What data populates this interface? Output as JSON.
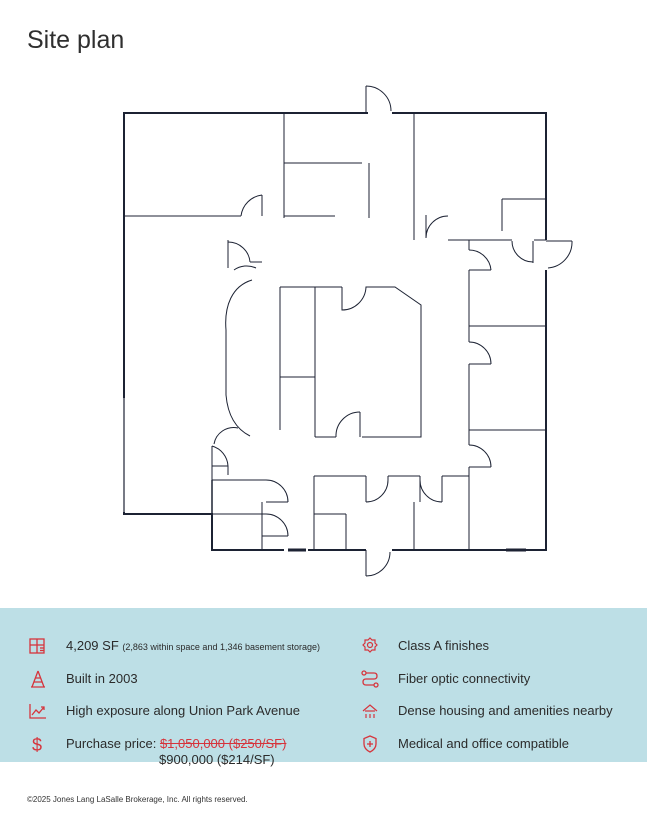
{
  "title": "Site plan",
  "colors": {
    "accent": "#d6343c",
    "band": "#bddfe6",
    "plan": "#1c2233"
  },
  "features": {
    "size": {
      "icon": "building-icon",
      "main": "4,209 SF",
      "detail": "(2,863 within space and 1,346 basement storage)"
    },
    "built": {
      "icon": "tower-icon",
      "text": "Built in 2003"
    },
    "exposure": {
      "icon": "trend-chart-icon",
      "text": "High exposure along Union Park Avenue"
    },
    "price": {
      "icon": "dollar-icon",
      "label": "Purchase price:",
      "old": "$1,050,000 ($250/SF)",
      "new": "$900,000 ($214/SF)"
    },
    "finishes": {
      "icon": "award-icon",
      "text": "Class A finishes"
    },
    "fiber": {
      "icon": "network-icon",
      "text": "Fiber optic connectivity"
    },
    "housing": {
      "icon": "housing-icon",
      "text": "Dense housing and amenities nearby"
    },
    "medical": {
      "icon": "medical-shield-icon",
      "text": "Medical and office compatible"
    }
  },
  "footer": "©2025 Jones Lang LaSalle Brokerage, Inc. All rights reserved."
}
